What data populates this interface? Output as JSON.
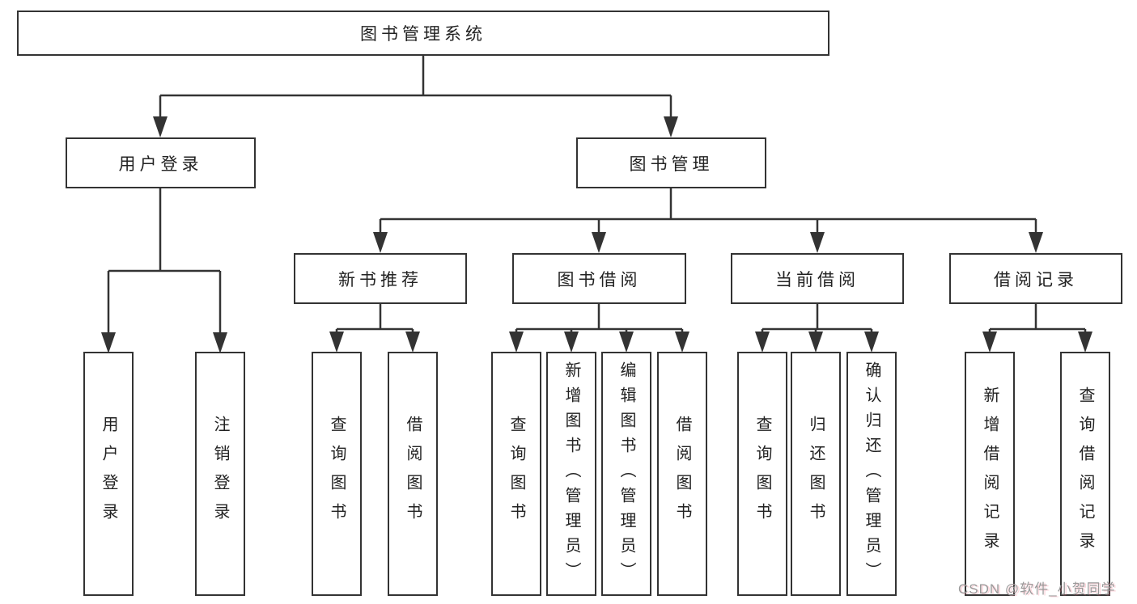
{
  "nodes": {
    "root": "图书管理系统",
    "login": "用户登录",
    "management": "图书管理",
    "new_book": "新书推荐",
    "book_borrow": "图书借阅",
    "current_borrow": "当前借阅",
    "borrow_record": "借阅记录"
  },
  "leaves": [
    "用户登录",
    "注销登录",
    "查询图书",
    "借阅图书",
    "查询图书",
    "新增图书（管理员）",
    "编辑图书（管理员）",
    "借阅图书",
    "查询图书",
    "归还图书",
    "确认归还（管理员）",
    "新增借阅记录",
    "查询借阅记录"
  ],
  "watermark": "CSDN @软件_小贺同学",
  "colors": {
    "line": "#333333",
    "text": "#222222",
    "watermark_gray": "#9a9a9a",
    "background": "#ffffff"
  }
}
